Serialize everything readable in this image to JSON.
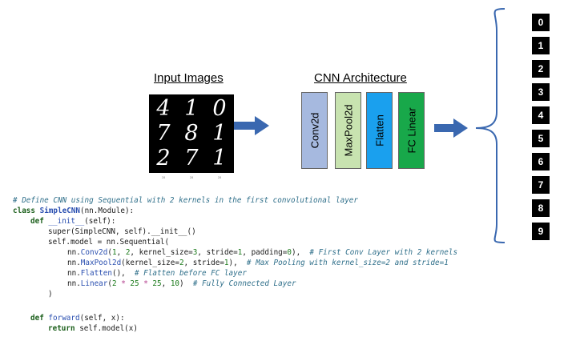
{
  "titles": {
    "input": "Input Images",
    "cnn": "CNN Architecture"
  },
  "input_digits": [
    "4",
    "1",
    "0",
    "7",
    "8",
    "1",
    "2",
    "7",
    "1"
  ],
  "digit_caption": "28",
  "layers": [
    {
      "label": "Conv2d",
      "color": "#a6b9df"
    },
    {
      "label": "MaxPool2d",
      "color": "#c8e3b0"
    },
    {
      "label": "Flatten",
      "color": "#1aa0ee"
    },
    {
      "label": "FC Linear",
      "color": "#18a84a"
    }
  ],
  "arrow_color": "#3a68b0",
  "outputs": [
    "0",
    "1",
    "2",
    "3",
    "4",
    "5",
    "6",
    "7",
    "8",
    "9"
  ],
  "code": {
    "comment_line": "# Define CNN using Sequential with 2 kernels in the first convolutional layer",
    "class_kw": "class",
    "class_name": "SimpleCNN",
    "class_rest": "(nn.Module):",
    "def_kw": "def",
    "init_name": "__init__",
    "init_rest": "(self):",
    "super_line": "super(SimpleCNN, self).__init__()",
    "model_line": "self.model = nn.Sequential(",
    "conv_pre": "nn.",
    "conv_fn": "Conv2d",
    "conv_open": "(",
    "conv_n1": "1",
    "conv_sep1": ", ",
    "conv_n2": "2",
    "conv_mid1": ", kernel_size=",
    "conv_n3": "3",
    "conv_mid2": ", stride=",
    "conv_n4": "1",
    "conv_mid3": ", padding=",
    "conv_n5": "0",
    "conv_end": "),  ",
    "conv_comment": "# First Conv Layer with 2 kernels",
    "pool_pre": "nn.",
    "pool_fn": "MaxPool2d",
    "pool_mid1": "(kernel_size=",
    "pool_n1": "2",
    "pool_mid2": ", stride=",
    "pool_n2": "1",
    "pool_end": "),  ",
    "pool_comment": "# Max Pooling with kernel_size=2 and stride=1",
    "flat_pre": "nn.",
    "flat_fn": "Flatten",
    "flat_end": "(),  ",
    "flat_comment": "# Flatten before FC layer",
    "lin_pre": "nn.",
    "lin_fn": "Linear",
    "lin_open": "(",
    "lin_n1": "2",
    "lin_op1": " * ",
    "lin_n2": "25",
    "lin_op2": " * ",
    "lin_n3": "25",
    "lin_sep": ", ",
    "lin_n4": "10",
    "lin_end": ")  ",
    "lin_comment": "# Fully Connected Layer",
    "close_paren": ")",
    "forward_kw": "def",
    "forward_name": "forward",
    "forward_rest": "(self, x):",
    "return_kw": "return",
    "return_rest": " self.model(x)"
  }
}
